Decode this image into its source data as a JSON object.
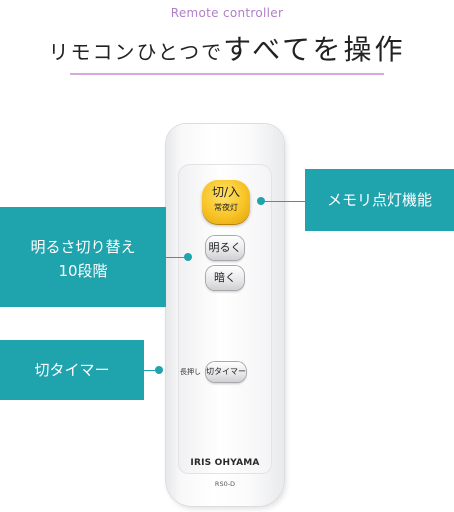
{
  "header": {
    "subtitle": "Remote controller",
    "headline_small": "リモコンひとつで",
    "headline_big": "すべてを操作"
  },
  "remote": {
    "power_button_line1": "切/入",
    "power_button_line2": "常夜灯",
    "bright_button": "明るく",
    "dark_button": "暗く",
    "long_press_label": "長押し",
    "timer_button": "切タイマー",
    "brand": "IRIS OHYAMA",
    "model": "RS0-D"
  },
  "callouts": {
    "memory": "メモリ点灯機能",
    "bright_line1": "明るさ切り替え",
    "bright_line2": "10段階",
    "timer": "切タイマー"
  },
  "colors": {
    "accent": "#1fa3ad",
    "subtitle": "#b07fc8",
    "rule": "#d9a8e0",
    "power_button": "#f8c427"
  }
}
